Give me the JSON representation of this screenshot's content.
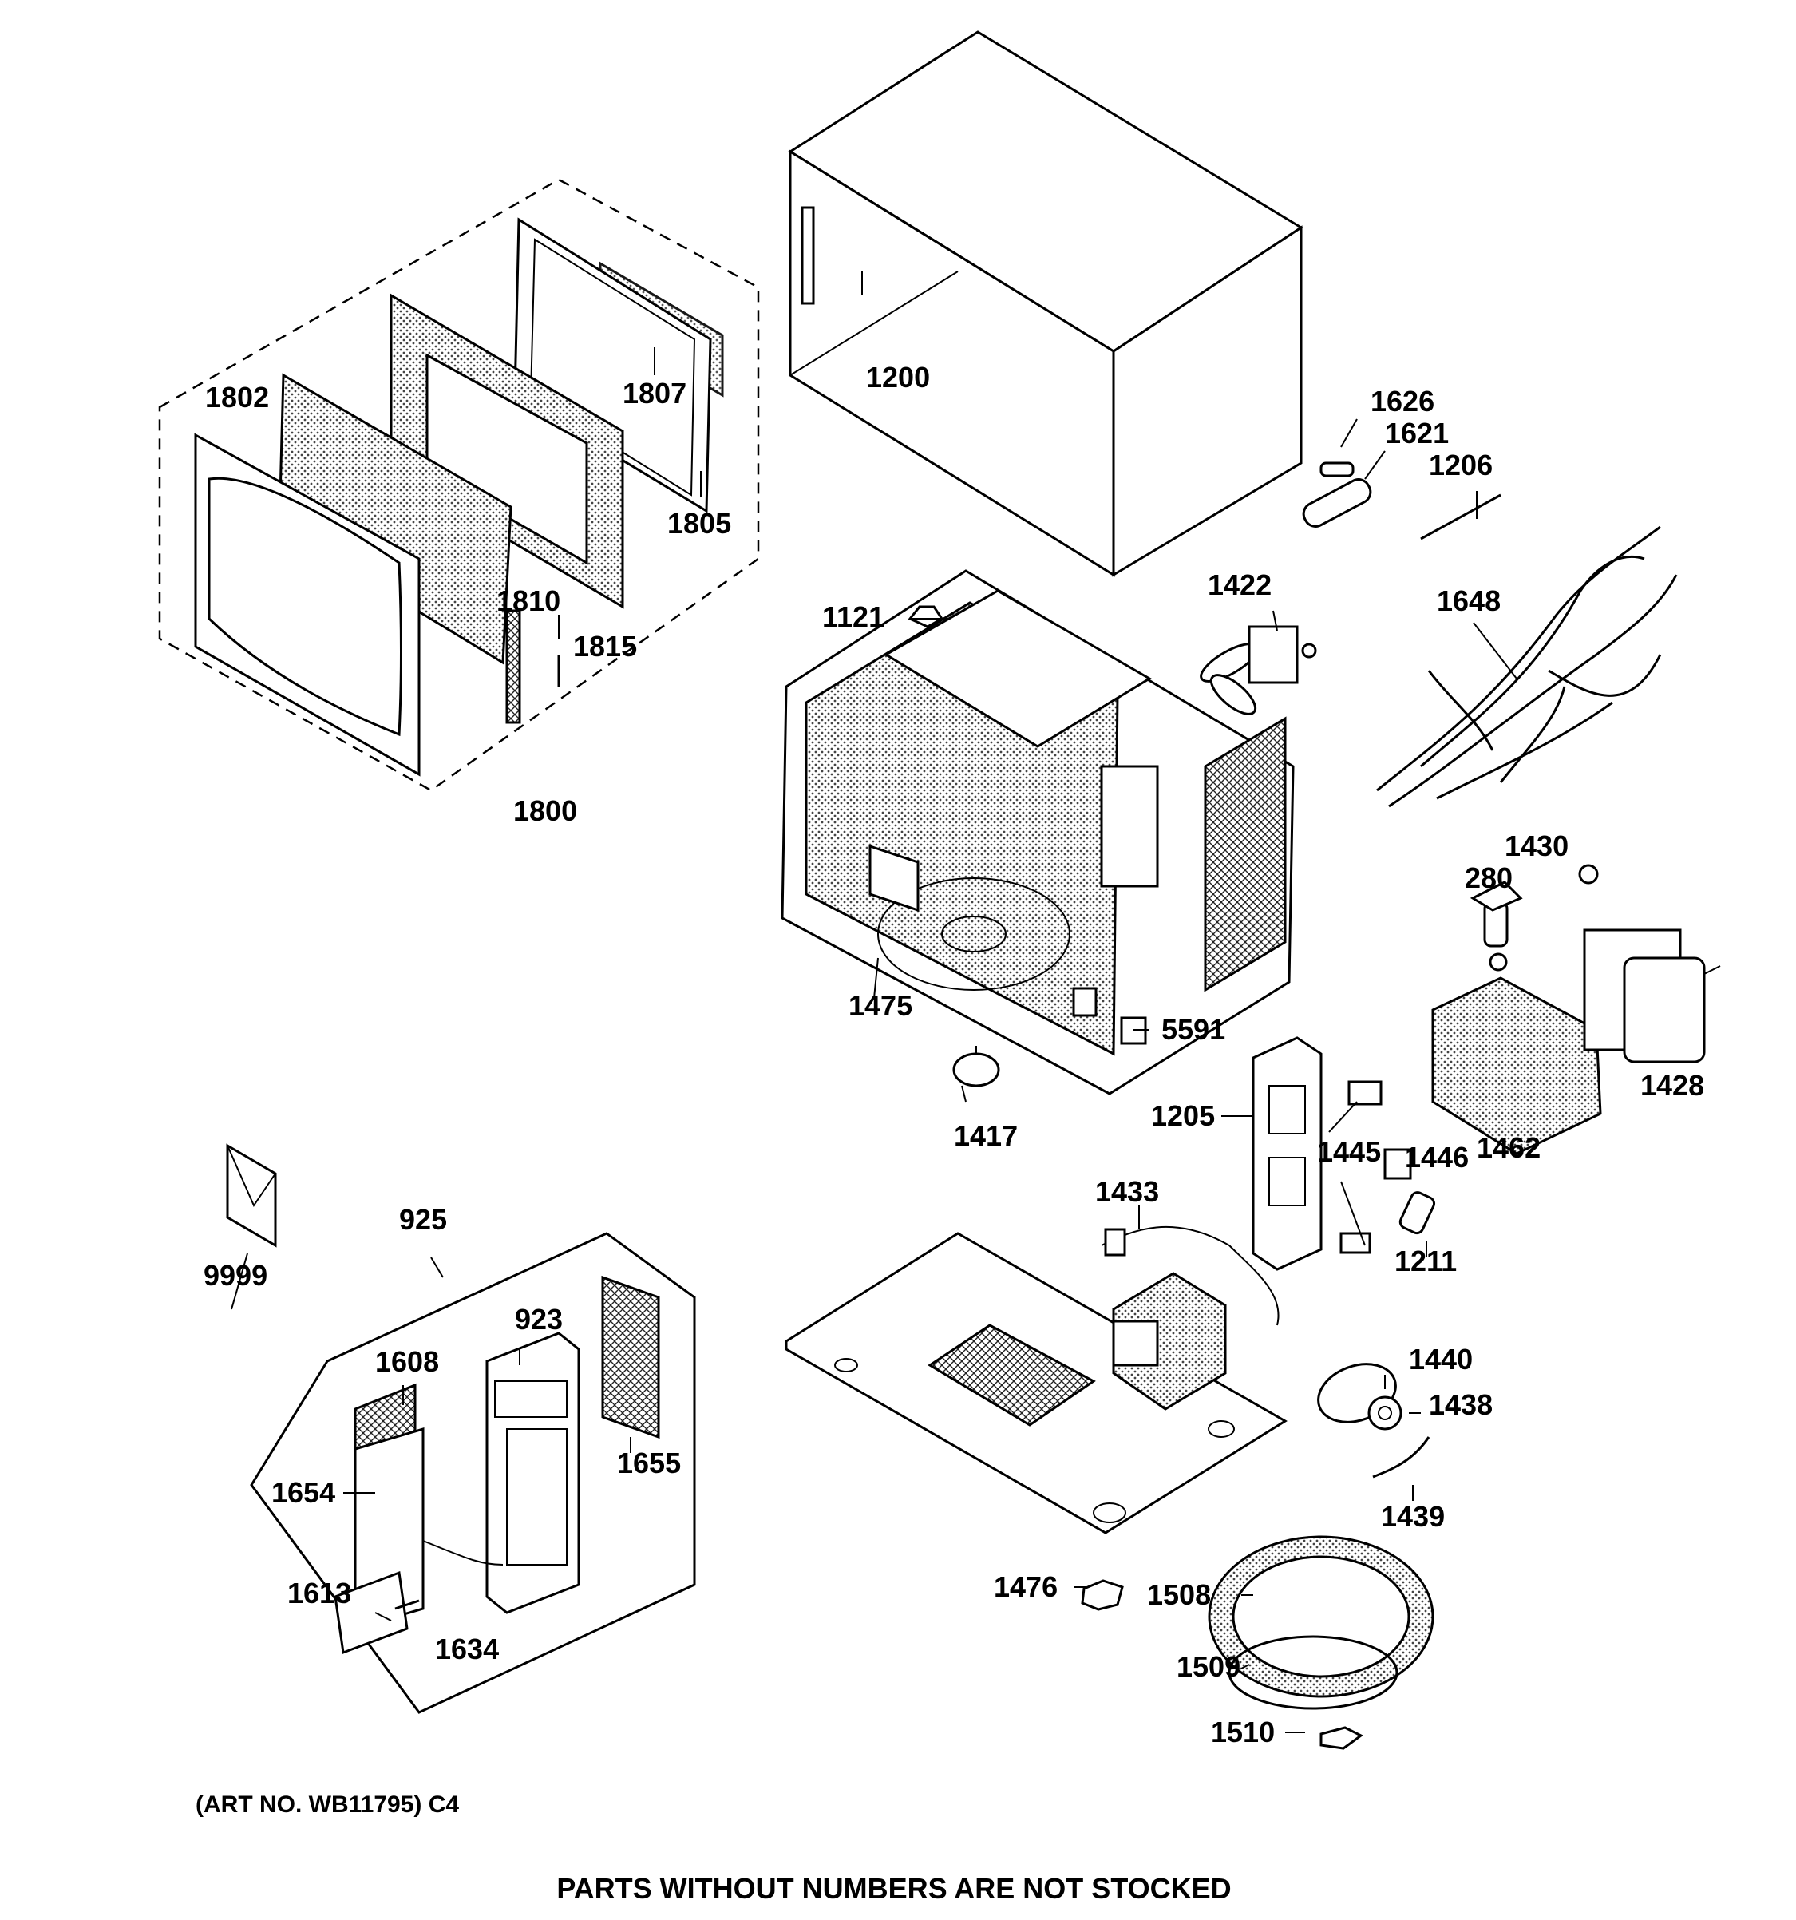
{
  "labels": {
    "p1802": "1802",
    "p1807": "1807",
    "p1805": "1805",
    "p1810": "1810",
    "p1815": "1815",
    "p1800": "1800",
    "p1200": "1200",
    "p1626": "1626",
    "p1621": "1621",
    "p1206": "1206",
    "p1422": "1422",
    "p1648": "1648",
    "p1121": "1121",
    "p1430": "1430",
    "p280": "280",
    "p1475": "1475",
    "p5591": "5591",
    "p1428": "1428",
    "p1417": "1417",
    "p1205": "1205",
    "p1445": "1445",
    "p1446": "1446",
    "p1462": "1462",
    "p1433": "1433",
    "p1211": "1211",
    "p9999": "9999",
    "p925": "925",
    "p923": "923",
    "p1608": "1608",
    "p1655": "1655",
    "p1654": "1654",
    "p1613": "1613",
    "p1634": "1634",
    "p1440": "1440",
    "p1438": "1438",
    "p1439": "1439",
    "p1476": "1476",
    "p1508": "1508",
    "p1509": "1509",
    "p1510": "1510"
  },
  "footer": {
    "art_number": "(ART NO. WB11795) C4",
    "notice": "PARTS WITHOUT NUMBERS ARE NOT STOCKED"
  }
}
